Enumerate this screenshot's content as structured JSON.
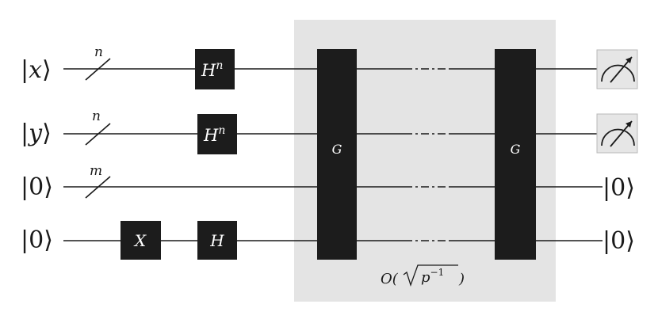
{
  "inputs": {
    "x": {
      "bar": "|",
      "sym": "x",
      "close": "⟩"
    },
    "y": {
      "bar": "|",
      "sym": "y",
      "close": "⟩"
    },
    "z1": {
      "bar": "|",
      "sym": "0",
      "close": "⟩"
    },
    "z2": {
      "bar": "|",
      "sym": "0",
      "close": "⟩"
    }
  },
  "bundles": {
    "x": "n",
    "y": "n",
    "z1": "m"
  },
  "gates": {
    "hn_x": {
      "base": "H",
      "sup": "n"
    },
    "hn_y": {
      "base": "H",
      "sup": "n"
    },
    "x_not": "X",
    "h_anc": "H",
    "g_left": "G",
    "g_right": "G"
  },
  "outputs": {
    "z1": {
      "bar": "|",
      "sym": "0",
      "close": "⟩"
    },
    "z2": {
      "bar": "|",
      "sym": "0",
      "close": "⟩"
    }
  },
  "repeat_cost": {
    "prefix": "O(",
    "radicand_base": "p",
    "radicand_sup": "−1",
    "suffix": ")"
  },
  "colors": {
    "gate_fill": "#1c1c1c",
    "region_fill": "#e4e4e4",
    "meter_fill": "#e6e6e6"
  }
}
